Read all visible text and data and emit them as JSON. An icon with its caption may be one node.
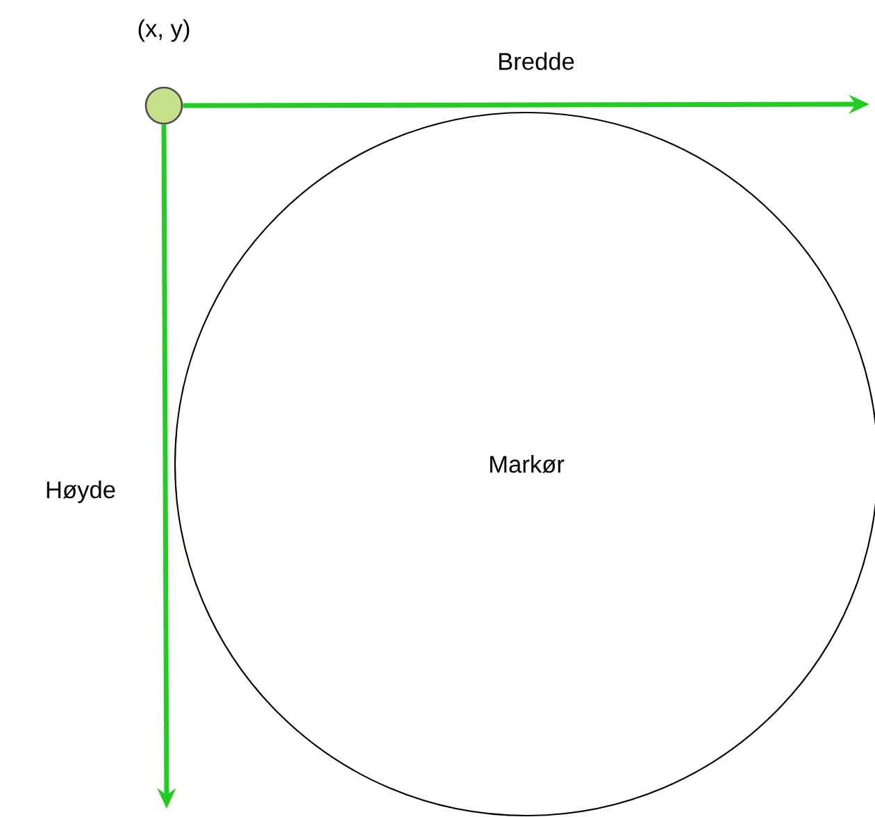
{
  "diagram": {
    "nodes": [
      {
        "text": [],
        "shape": "circle",
        "beside": [
          "(x, y)"
        ]
      },
      {
        "text": [
          "Markør"
        ]
      }
    ],
    "labels": [
      "Bredde",
      "Høyde"
    ]
  }
}
